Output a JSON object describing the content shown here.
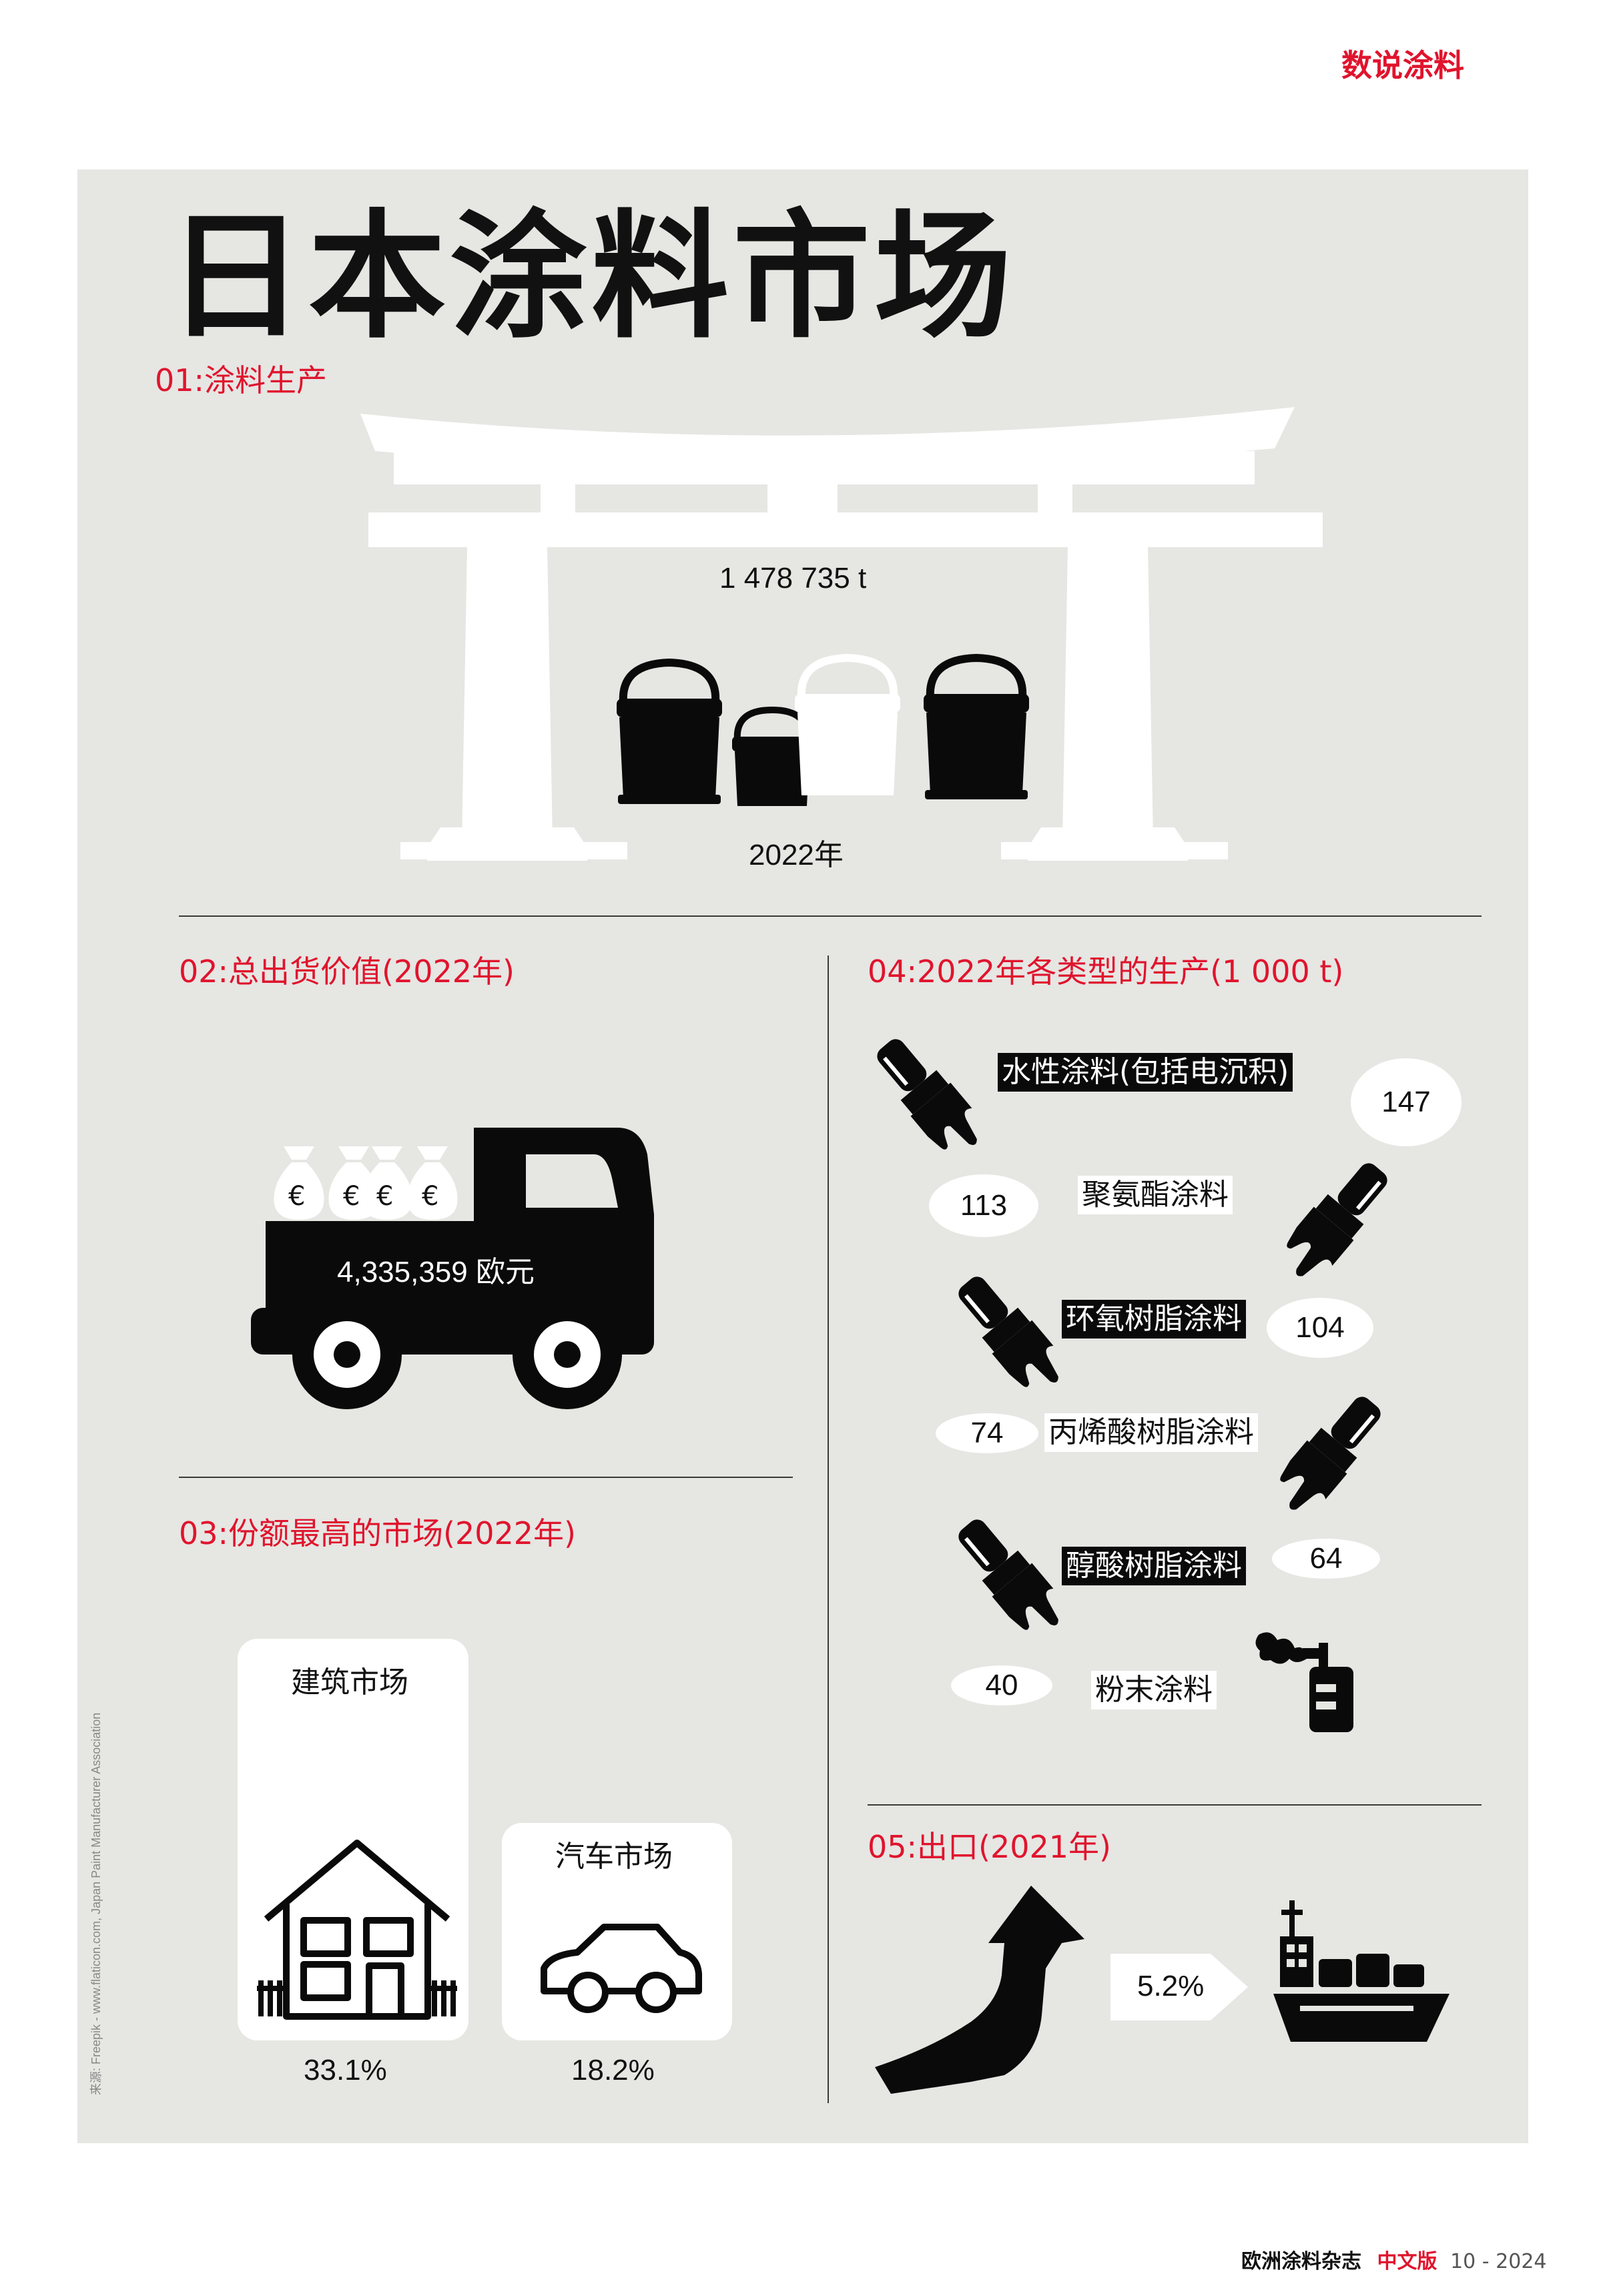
{
  "header": {
    "section_tag": "数说涂料"
  },
  "title": "日本涂料市场",
  "s01": {
    "heading": "01:涂料生产",
    "amount": "1 478 735 t",
    "year": "2022年"
  },
  "s02": {
    "heading": "02:总出货价值(2022年)",
    "value": "4,335,359 欧元",
    "currency_symbol": "€"
  },
  "s03": {
    "heading": "03:份额最高的市场(2022年)",
    "markets": [
      {
        "name": "建筑市场",
        "share": "33.1%"
      },
      {
        "name": "汽车市场",
        "share": "18.2%"
      }
    ]
  },
  "s04": {
    "heading": "04:2022年各类型的生产(1 000 t)",
    "types": [
      {
        "name": "水性涂料(包括电沉积)",
        "value": "147"
      },
      {
        "name": "聚氨酯涂料",
        "value": "113"
      },
      {
        "name": "环氧树脂涂料",
        "value": "104"
      },
      {
        "name": "丙烯酸树脂涂料",
        "value": "74"
      },
      {
        "name": "醇酸树脂涂料",
        "value": "64"
      },
      {
        "name": "粉末涂料",
        "value": "40"
      }
    ]
  },
  "s05": {
    "heading": "05:出口(2021年)",
    "value": "5.2%"
  },
  "source": "来源: Freepik - www.flaticon.com, Japan Paint Manufacturer Association",
  "footer": {
    "magazine": "欧洲涂料杂志",
    "edition": "中文版",
    "issue": "10 - 2024"
  },
  "colors": {
    "accent": "#e0142d",
    "panel": "#e6e6e3",
    "ink": "#0a0a0a"
  }
}
